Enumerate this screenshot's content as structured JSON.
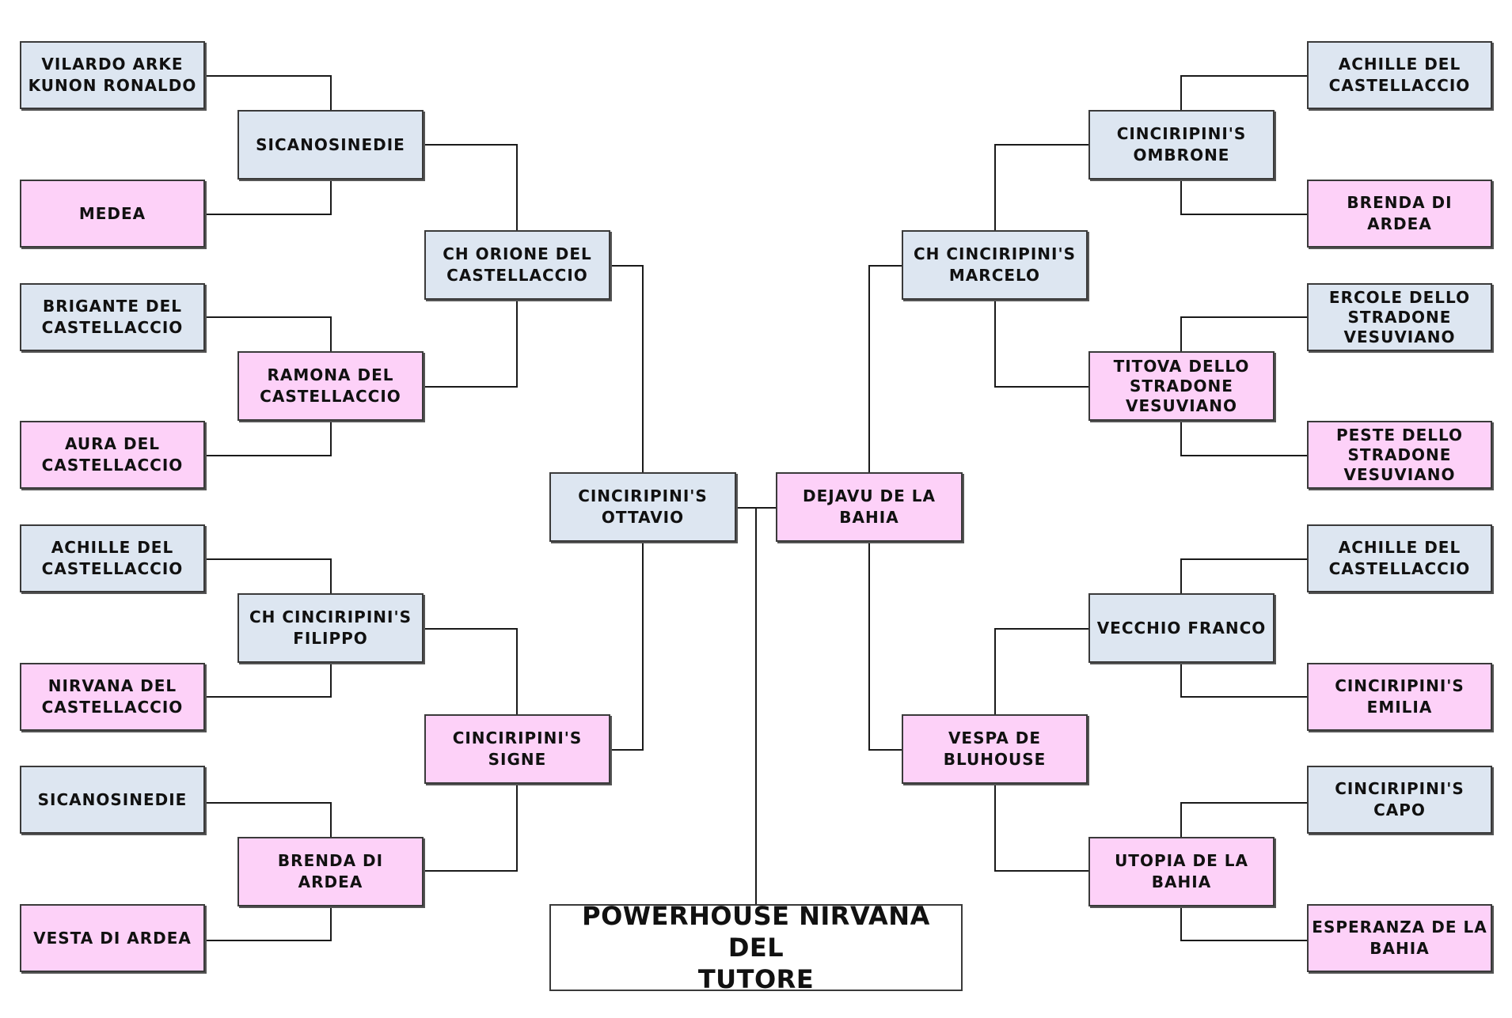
{
  "subject": {
    "name": "POWERHOUSE NIRVANA DEL\nTUTORE"
  },
  "colors": {
    "male": "#dde6f1",
    "female": "#fdd1f8",
    "line": "#1a1a1a"
  },
  "sire": {
    "name": "CINCIRIPINI'S\nOTTAVIO",
    "sire": {
      "name": "CH ORIONE DEL\nCASTELLACCIO",
      "sire": {
        "name": "SICANOSINEDIE",
        "sire": {
          "name": "VILARDO ARKE\nKUNON RONALDO"
        },
        "dam": {
          "name": "MEDEA"
        }
      },
      "dam": {
        "name": "RAMONA DEL\nCASTELLACCIO",
        "sire": {
          "name": "BRIGANTE DEL\nCASTELLACCIO"
        },
        "dam": {
          "name": "AURA DEL\nCASTELLACCIO"
        }
      }
    },
    "dam": {
      "name": "CINCIRIPINI'S\nSIGNE",
      "sire": {
        "name": "CH CINCIRIPINI'S\nFILIPPO",
        "sire": {
          "name": "ACHILLE DEL\nCASTELLACCIO"
        },
        "dam": {
          "name": "NIRVANA DEL\nCASTELLACCIO"
        }
      },
      "dam": {
        "name": "BRENDA DI\nARDEA",
        "sire": {
          "name": "SICANOSINEDIE"
        },
        "dam": {
          "name": "VESTA DI ARDEA"
        }
      }
    }
  },
  "dam": {
    "name": "DEJAVU DE LA\nBAHIA",
    "sire": {
      "name": "CH CINCIRIPINI'S\nMARCELO",
      "sire": {
        "name": "CINCIRIPINI'S\nOMBRONE",
        "sire": {
          "name": "ACHILLE DEL\nCASTELLACCIO"
        },
        "dam": {
          "name": "BRENDA DI\nARDEA"
        }
      },
      "dam": {
        "name": "TITOVA DELLO\nSTRADONE\nVESUVIANO",
        "sire": {
          "name": "ERCOLE DELLO\nSTRADONE\nVESUVIANO"
        },
        "dam": {
          "name": "PESTE DELLO\nSTRADONE\nVESUVIANO"
        }
      }
    },
    "dam": {
      "name": "VESPA DE\nBLUHOUSE",
      "sire": {
        "name": "VECCHIO FRANCO",
        "sire": {
          "name": "ACHILLE DEL\nCASTELLACCIO"
        },
        "dam": {
          "name": "CINCIRIPINI'S\nEMILIA"
        }
      },
      "dam": {
        "name": "UTOPIA DE LA\nBAHIA",
        "sire": {
          "name": "CINCIRIPINI'S\nCAPO"
        },
        "dam": {
          "name": "ESPERANZA DE LA\nBAHIA"
        }
      }
    }
  }
}
